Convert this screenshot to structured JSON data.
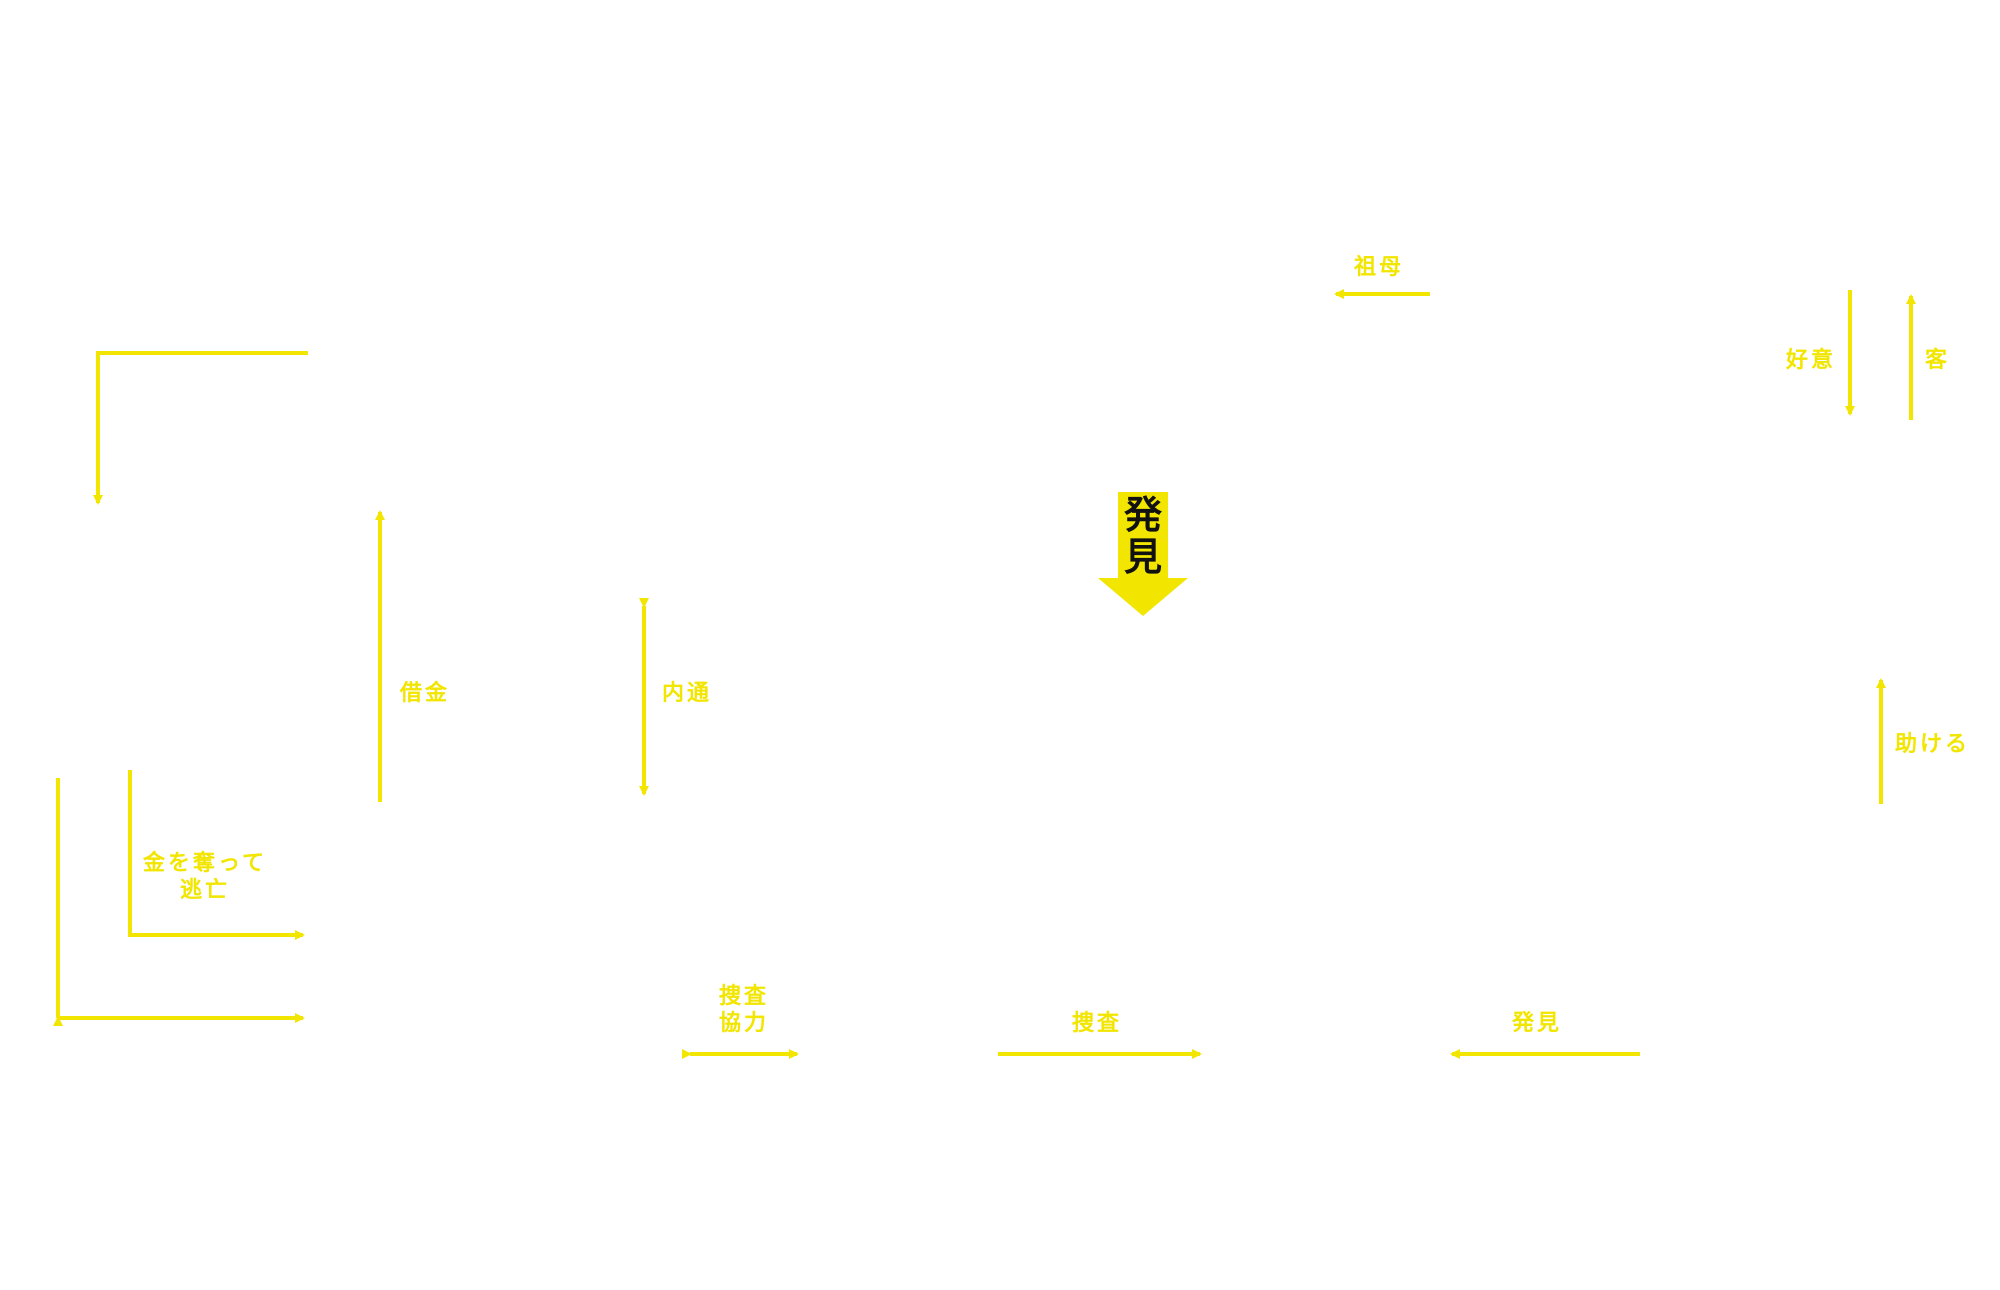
{
  "colors": {
    "accent": "#F2E500",
    "text_dark": "#111111"
  },
  "labels": {
    "soba": "祖母",
    "koui": "好意",
    "kyaku": "客",
    "shakkin": "借金",
    "naitsu": "内通",
    "tasukeru": "助ける",
    "kane_1": "金を奪って",
    "kane_2": "逃亡",
    "sousakyouryoku_1": "捜査",
    "sousakyouryoku_2": "協力",
    "sousa": "捜査",
    "hakken": "発見"
  },
  "big_arrow": {
    "line1": "発",
    "line2": "見"
  }
}
